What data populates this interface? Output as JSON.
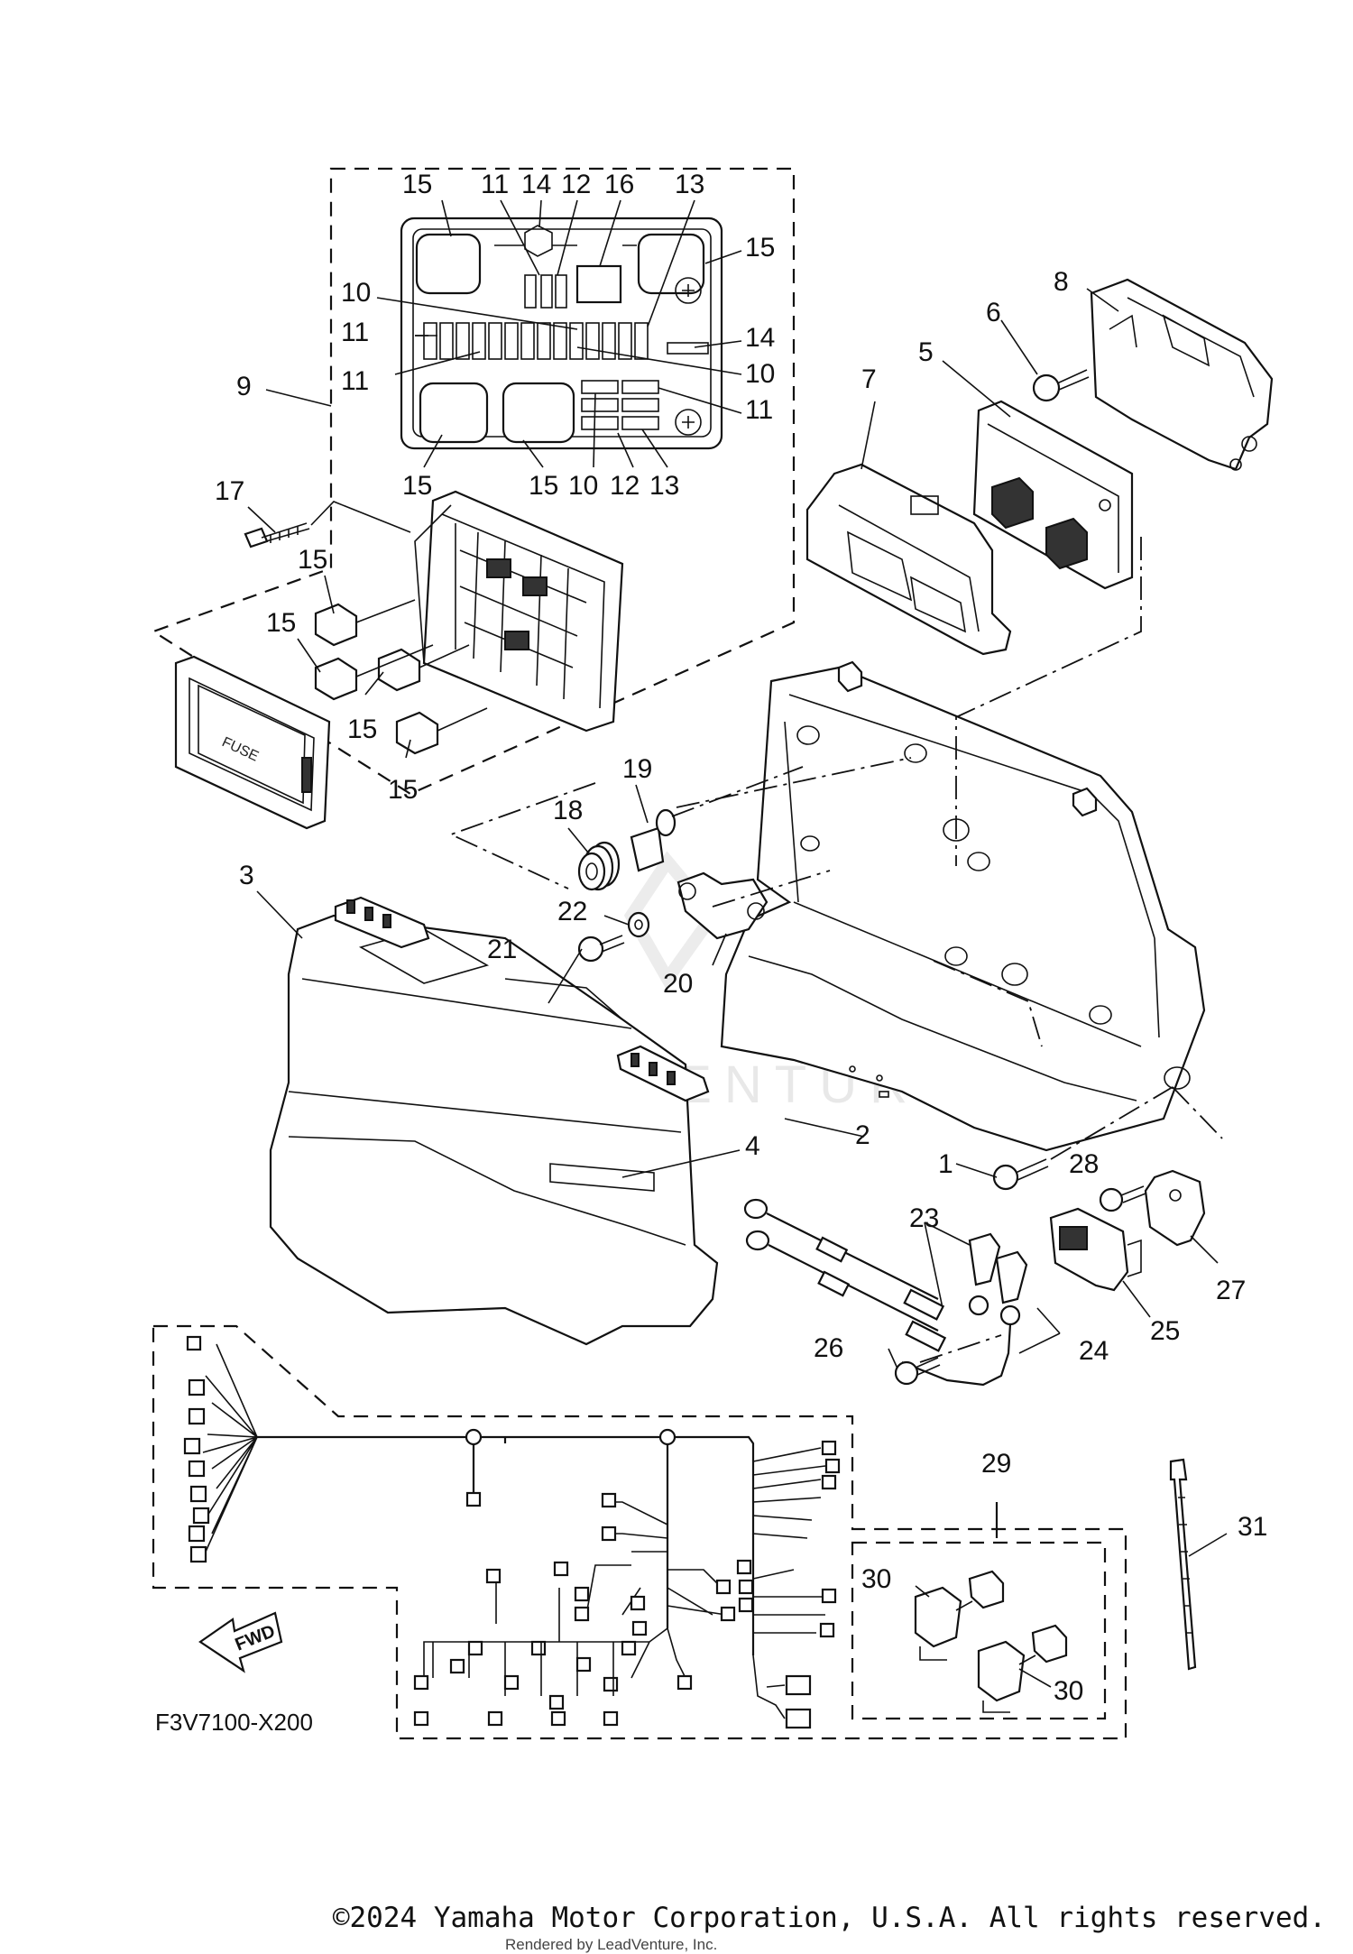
{
  "diagram_code": "F3V7100-X200",
  "fuse_label": "FUSE",
  "fwd_label": "FWD",
  "watermark": "LEADVENTURE",
  "copyright": "©2024 Yamaha Motor Corporation, U.S.A. All rights reserved.",
  "rendered_by": "Rendered by LeadVenture, Inc.",
  "callouts": {
    "c15a": "15",
    "c11a": "11",
    "c14a": "14",
    "c12a": "12",
    "c16": "16",
    "c13a": "13",
    "c15b": "15",
    "c10a": "10",
    "c11b": "11",
    "c14b": "14",
    "c11c": "11",
    "c10b": "10",
    "c11d": "11",
    "c9": "9",
    "c15c": "15",
    "c15d": "15",
    "c10c": "10",
    "c12b": "12",
    "c13b": "13",
    "c8": "8",
    "c6": "6",
    "c5": "5",
    "c7": "7",
    "c17": "17",
    "c15e": "15",
    "c15f": "15",
    "c15g": "15",
    "c15h": "15",
    "c19": "19",
    "c18": "18",
    "c3": "3",
    "c22": "22",
    "c21": "21",
    "c20": "20",
    "c4": "4",
    "c2": "2",
    "c1": "1",
    "c28": "28",
    "c23": "23",
    "c27": "27",
    "c25": "25",
    "c26": "26",
    "c24": "24",
    "c29": "29",
    "c31": "31",
    "c30a": "30",
    "c30b": "30"
  }
}
